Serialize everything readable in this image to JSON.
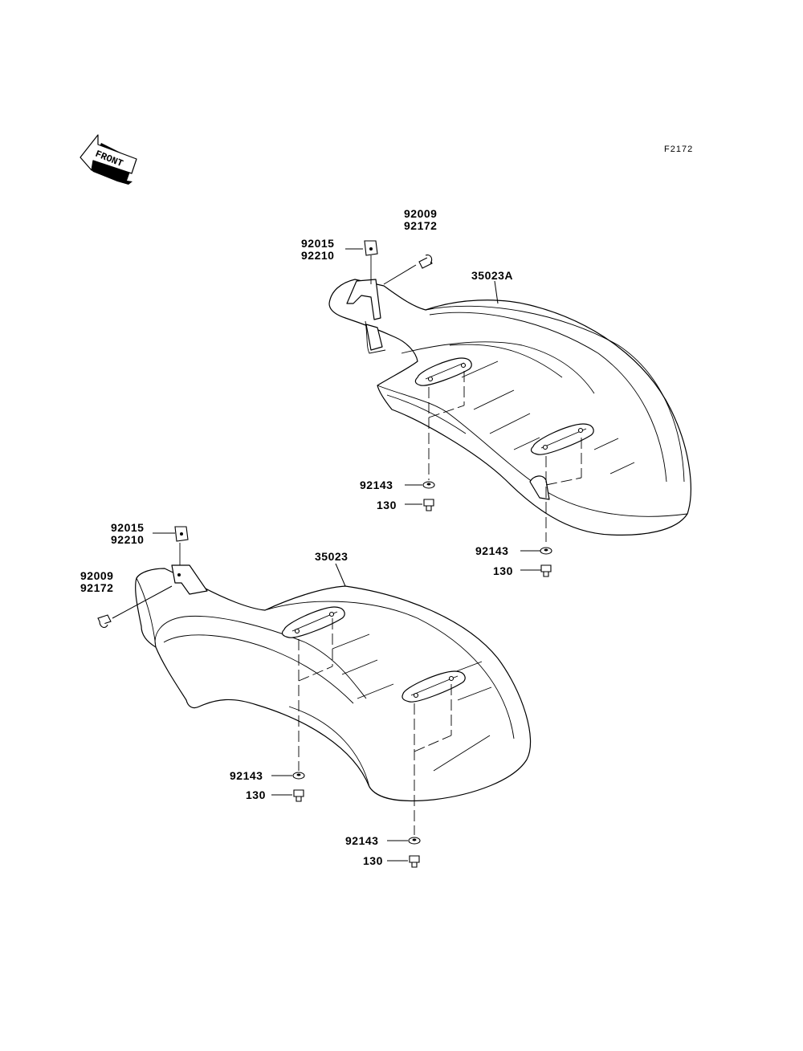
{
  "diagram_code": "F2172",
  "front_label": "FRONT",
  "parts": {
    "upper": {
      "fender": "35023A",
      "clip_a": "92015",
      "clip_b": "92210",
      "screw_a": "92009",
      "screw_b": "92172",
      "washer_1": "92143",
      "bolt_1": "130",
      "washer_2": "92143",
      "bolt_2": "130"
    },
    "lower": {
      "fender": "35023",
      "clip_a": "92015",
      "clip_b": "92210",
      "screw_a": "92009",
      "screw_b": "92172",
      "washer_1": "92143",
      "bolt_1": "130",
      "washer_2": "92143",
      "bolt_2": "130"
    }
  }
}
